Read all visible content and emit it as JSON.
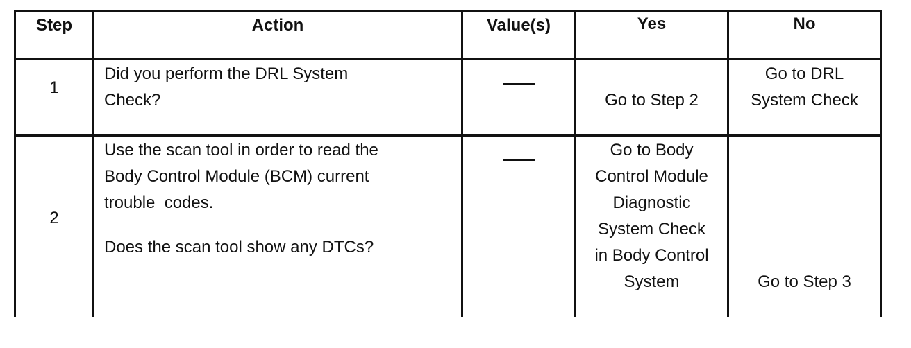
{
  "table": {
    "headers": [
      "Step",
      "Action",
      "Value(s)",
      "Yes",
      "No"
    ],
    "rows": [
      {
        "step": "1",
        "action_lines": [
          "Did you perform the DRL System",
          "Check?"
        ],
        "value": "—",
        "yes_lines": [
          "Go to Step 2"
        ],
        "no_lines": [
          "Go to DRL",
          "System Check"
        ]
      },
      {
        "step": "2",
        "action_lines": [
          "Use the scan tool in order to read the",
          "Body Control Module (BCM) current",
          "trouble  codes.",
          "Does the scan tool show any DTCs?"
        ],
        "value": "—",
        "yes_lines": [
          "Go to Body",
          "Control Module",
          "Diagnostic",
          "System Check",
          "in Body Control",
          "System"
        ],
        "no_lines": [
          "Go to Step 3"
        ]
      }
    ]
  }
}
